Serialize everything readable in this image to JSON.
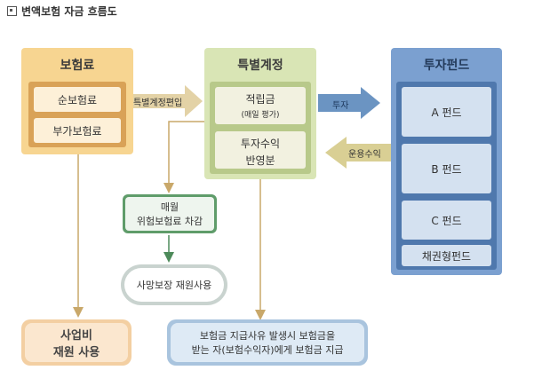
{
  "heading": "변액보험 자금 흐름도",
  "premium": {
    "title": "보험료",
    "net": "순보험료",
    "loading": "부가보험료"
  },
  "special_account": {
    "title": "특별계정",
    "reserve": "적립금",
    "reserve_note": "(매일 평가)",
    "return_line1": "투자수익",
    "return_line2": "반영분"
  },
  "fund": {
    "title": "투자펀드",
    "items": [
      "A 펀드",
      "B 펀드",
      "C 펀드",
      "채권형펀드"
    ]
  },
  "arrows": {
    "transfer": "특별계정편입",
    "invest": "투자",
    "return": "운용수익"
  },
  "monthly": {
    "line1": "매월",
    "line2": "위험보험료 차감"
  },
  "death": "사망보장 재원사용",
  "expense": {
    "line1": "사업비",
    "line2": "재원 사용"
  },
  "payout": {
    "line1": "보험금 지급사유 발생시 보험금을",
    "line2": "받는 자(보험수익자)에게 보험금 지급"
  },
  "colors": {
    "premium_panel": "#f7d591",
    "premium_inner_border": "#d9a257",
    "special_panel": "#d9e5b5",
    "special_inner_border": "#b8c98a",
    "fund_panel": "#7ba0d0",
    "fund_inner": "#d4e1f0",
    "expense_box": "#fbe7cf",
    "payout_box": "#deeaf5",
    "monthly_border": "#5f9c6a",
    "arrow_tan": "#d9c79a",
    "arrow_blue": "#6b94c2",
    "line_tan": "#c9a86a",
    "line_green": "#4d8a5a"
  }
}
